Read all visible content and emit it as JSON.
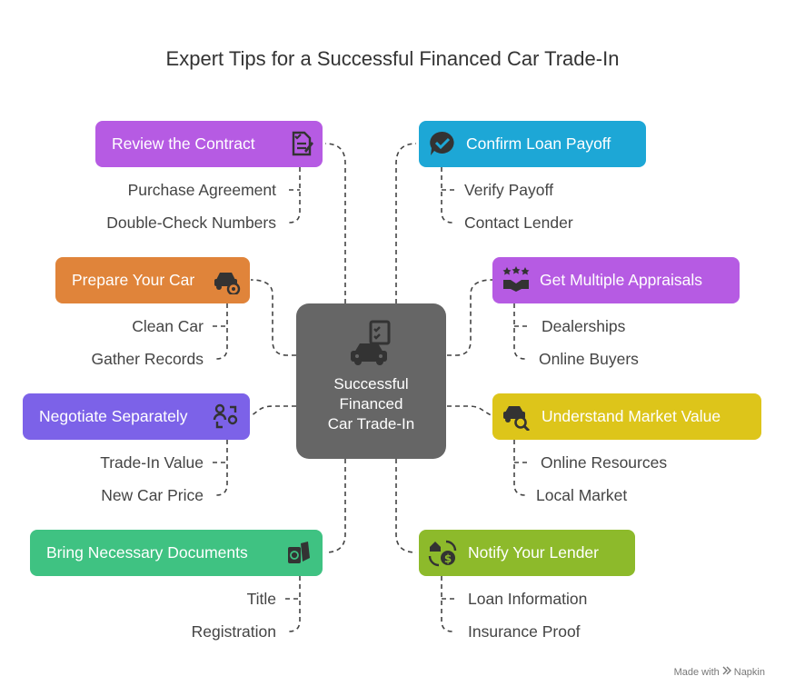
{
  "title": "Expert Tips for a Successful Financed Car Trade-In",
  "center": {
    "lines": [
      "Successful",
      "Financed",
      "Car Trade-In"
    ],
    "icon": "car-checklist-icon",
    "color": "#666666"
  },
  "branches": {
    "review": {
      "label": "Review the Contract",
      "icon": "contract-sign-icon",
      "color": "#B65BE3",
      "items": [
        "Purchase Agreement",
        "Double-Check Numbers"
      ]
    },
    "prepare": {
      "label": "Prepare Your Car",
      "icon": "car-gear-icon",
      "color": "#E0843A",
      "items": [
        "Clean Car",
        "Gather Records"
      ]
    },
    "negotiate": {
      "label": "Negotiate Separately",
      "icon": "people-exchange-icon",
      "color": "#7C62E8",
      "items": [
        "Trade-In Value",
        "New Car Price"
      ]
    },
    "documents": {
      "label": "Bring Necessary Documents",
      "icon": "documents-passport-icon",
      "color": "#3FC282",
      "items": [
        "Title",
        "Registration"
      ]
    },
    "payoff": {
      "label": "Confirm Loan Payoff",
      "icon": "check-speech-icon",
      "color": "#1DA7D6",
      "items": [
        "Verify Payoff",
        "Contact Lender"
      ]
    },
    "appraisals": {
      "label": "Get Multiple Appraisals",
      "icon": "stars-handshake-icon",
      "color": "#B65BE3",
      "items": [
        "Dealerships",
        "Online Buyers"
      ]
    },
    "market": {
      "label": "Understand Market Value",
      "icon": "car-search-icon",
      "color": "#DDC51A",
      "items": [
        "Online Resources",
        "Local Market"
      ]
    },
    "lender": {
      "label": "Notify Your Lender",
      "icon": "house-dollar-cycle-icon",
      "color": "#8DBA2B",
      "items": [
        "Loan Information",
        "Insurance Proof"
      ]
    }
  },
  "footer": {
    "text": "Made with",
    "brand": "Napkin",
    "icon": "napkin-logo-icon"
  }
}
